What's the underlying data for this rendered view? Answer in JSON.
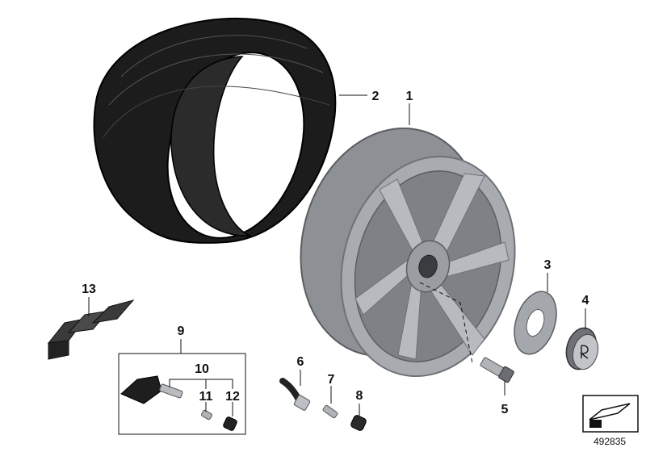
{
  "diagram": {
    "callouts": {
      "c1": "1",
      "c2": "2",
      "c3": "3",
      "c4": "4",
      "c5": "5",
      "c6": "6",
      "c7": "7",
      "c8": "8",
      "c9": "9",
      "c10": "10",
      "c11": "11",
      "c12": "12",
      "c13": "13"
    },
    "document_id": "492835",
    "colors": {
      "tire": "#1c1c1c",
      "rim": "#9a9da2",
      "rim_dark": "#6e7176",
      "line": "#111111"
    },
    "icons": [
      "tire-icon",
      "rim-icon",
      "center-cap-icon",
      "wheel-bolt-icon",
      "valve-icon",
      "tpms-sensor-icon",
      "balance-weight-icon",
      "arrow-icon"
    ]
  }
}
